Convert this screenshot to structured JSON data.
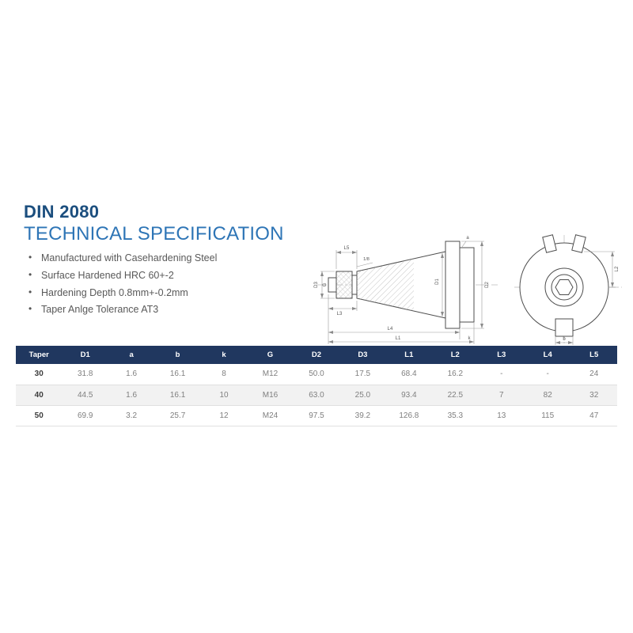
{
  "header": {
    "title": "DIN 2080",
    "subtitle": "TECHNICAL SPECIFICATION",
    "bullets": [
      "Manufactured with Casehardening Steel",
      "Surface Hardened HRC 60+-2",
      "Hardening Depth 0.8mm+-0.2mm",
      "Taper Anlge Tolerance AT3"
    ]
  },
  "drawing": {
    "side_labels": {
      "l5": "L5",
      "taper_ratio": "1/8",
      "d3": "D3",
      "g": "G",
      "l3": "L3",
      "l4": "L4",
      "l1": "L1",
      "d1": "D1",
      "d2": "D2",
      "a": "a",
      "k": "k"
    },
    "front_labels": {
      "l2": "L2",
      "b": "b"
    }
  },
  "table": {
    "headers": [
      "Taper",
      "D1",
      "a",
      "b",
      "k",
      "G",
      "D2",
      "D3",
      "L1",
      "L2",
      "L3",
      "L4",
      "L5"
    ],
    "rows": [
      [
        "30",
        "31.8",
        "1.6",
        "16.1",
        "8",
        "M12",
        "50.0",
        "17.5",
        "68.4",
        "16.2",
        "-",
        "-",
        "24"
      ],
      [
        "40",
        "44.5",
        "1.6",
        "16.1",
        "10",
        "M16",
        "63.0",
        "25.0",
        "93.4",
        "22.5",
        "7",
        "82",
        "32"
      ],
      [
        "50",
        "69.9",
        "3.2",
        "25.7",
        "12",
        "M24",
        "97.5",
        "39.2",
        "126.8",
        "35.3",
        "13",
        "115",
        "47"
      ]
    ]
  },
  "colors": {
    "title_color": "#1b4e7e",
    "subtitle_color": "#2e75b6",
    "table_header_bg": "#20375f",
    "row_alt_bg": "#f2f2f2"
  }
}
